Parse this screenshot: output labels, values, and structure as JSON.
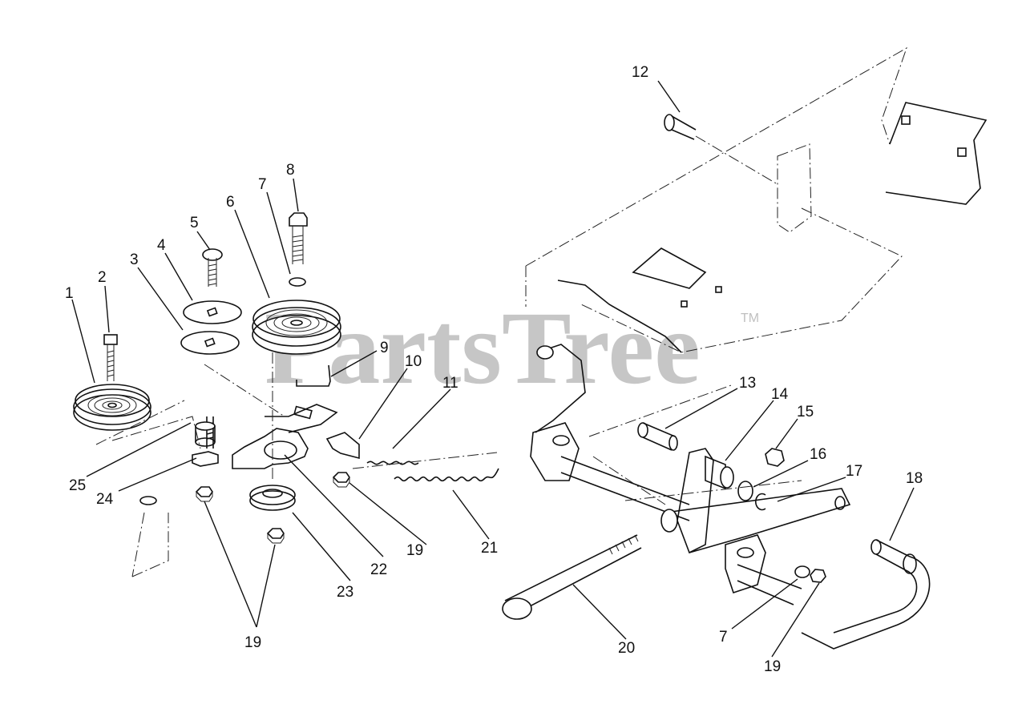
{
  "watermark": {
    "text": "PartsTree",
    "trademark": "TM"
  },
  "callouts": [
    {
      "id": "c1",
      "label": "1"
    },
    {
      "id": "c2",
      "label": "2"
    },
    {
      "id": "c3",
      "label": "3"
    },
    {
      "id": "c4",
      "label": "4"
    },
    {
      "id": "c5",
      "label": "5"
    },
    {
      "id": "c6",
      "label": "6"
    },
    {
      "id": "c7a",
      "label": "7"
    },
    {
      "id": "c8",
      "label": "8"
    },
    {
      "id": "c9",
      "label": "9"
    },
    {
      "id": "c10",
      "label": "10"
    },
    {
      "id": "c11",
      "label": "11"
    },
    {
      "id": "c12",
      "label": "12"
    },
    {
      "id": "c13",
      "label": "13"
    },
    {
      "id": "c14",
      "label": "14"
    },
    {
      "id": "c15",
      "label": "15"
    },
    {
      "id": "c16",
      "label": "16"
    },
    {
      "id": "c17",
      "label": "17"
    },
    {
      "id": "c18",
      "label": "18"
    },
    {
      "id": "c19a",
      "label": "19"
    },
    {
      "id": "c19b",
      "label": "19"
    },
    {
      "id": "c19c",
      "label": "19"
    },
    {
      "id": "c20",
      "label": "20"
    },
    {
      "id": "c21",
      "label": "21"
    },
    {
      "id": "c22",
      "label": "22"
    },
    {
      "id": "c23",
      "label": "23"
    },
    {
      "id": "c24",
      "label": "24"
    },
    {
      "id": "c25",
      "label": "25"
    },
    {
      "id": "c7b",
      "label": "7"
    }
  ]
}
